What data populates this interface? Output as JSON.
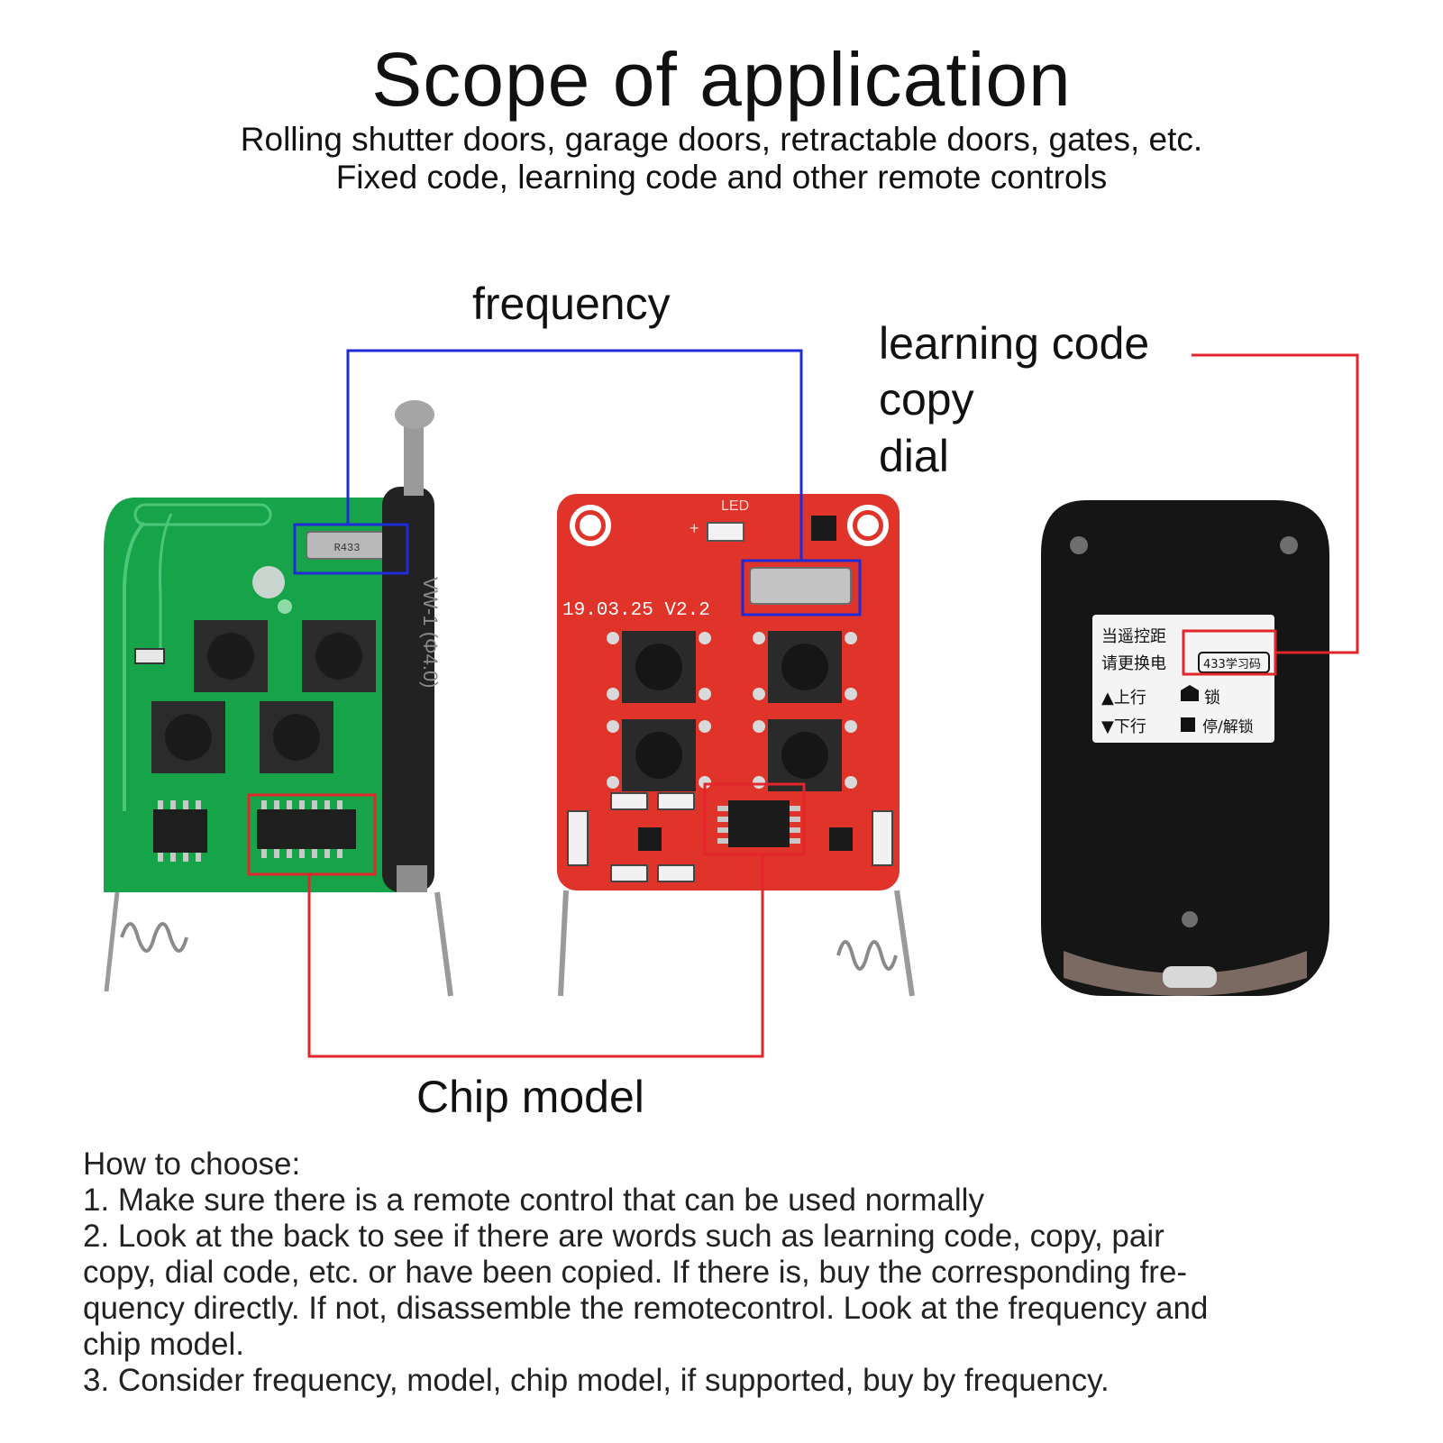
{
  "header": {
    "title": "Scope of application",
    "subtitle_line1": "Rolling shutter doors, garage doors, retractable doors, gates, etc.",
    "subtitle_line2": "Fixed code, learning code and other remote controls"
  },
  "labels": {
    "frequency": "frequency",
    "chip_model": "Chip model",
    "learning_line1": "learning code",
    "learning_line2": "copy",
    "learning_line3": "dial"
  },
  "boards": {
    "green_board_marking": "VW-1 (Φ4.0)",
    "green_crystal_marking": "R433",
    "red_board_date": "19.03.25 V2.2",
    "red_led_label": "LED",
    "red_plus": "+"
  },
  "remote": {
    "label_badge": "433学习码",
    "label_line1": "当遥控距",
    "label_line2": "请更换电",
    "label_up": "▲上行",
    "label_down": "▼下行",
    "label_lock": "锁",
    "label_stop": "停/解锁"
  },
  "howto": {
    "heading": "How to choose:",
    "line1": "1. Make sure there is a remote control that can be used normally",
    "line2": "2. Look at the back to see if there are words such as learning code, copy, pair",
    "line3": "copy, dial code, etc. or have been copied. If there is, buy the corresponding fre-",
    "line4": "quency directly. If not, disassemble the remotecontrol. Look at the frequency and",
    "line5": "chip model.",
    "line6": "3. Consider frequency, model, chip model, if supported, buy by frequency."
  },
  "colors": {
    "frequency_line": "#1f2bd6",
    "chip_line": "#e3262b",
    "green_pcb": "#17a34a",
    "red_pcb": "#e0332a",
    "remote_body": "#151515"
  }
}
